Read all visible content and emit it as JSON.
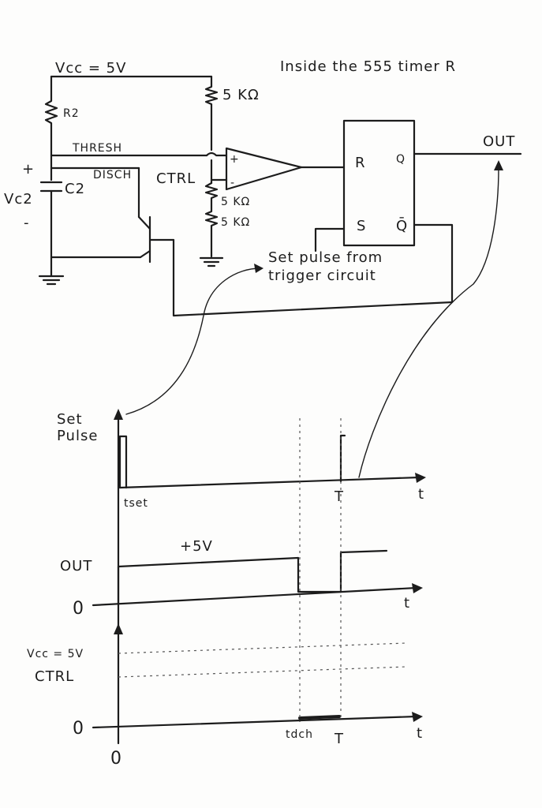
{
  "circuit": {
    "vcc_label": "Vcc = 5V",
    "title": "Inside the 555 timer R",
    "r_top_label": "5 KΩ",
    "r2_label": "R2",
    "thresh_label": "THRESH",
    "disch_label": "DISCH",
    "ctrl_label": "CTRL",
    "plus_label": "+",
    "minus_label": "-",
    "r_mid_label": "5 KΩ",
    "r_bot_label": "5 KΩ",
    "c2_label": "C2",
    "vc2_label": "Vc2",
    "vc2_plus": "+",
    "vc2_minus": "-",
    "ff_r": "R",
    "ff_q": "Q",
    "ff_s": "S",
    "ff_qbar": "Q̄",
    "out_label": "OUT",
    "set_pulse_note_line1": "Set pulse from",
    "set_pulse_note_line2": "trigger circuit"
  },
  "timing": {
    "set_pulse_label_1": "Set",
    "set_pulse_label_2": "Pulse",
    "t_set_label": "tset",
    "T_label_1": "T",
    "t_axis_1": "t",
    "plus5_label": "+5V",
    "out_label": "OUT",
    "zero_1": "0",
    "t_axis_2": "t",
    "vcc_label": "Vcc = 5V",
    "ctrl_label": "CTRL",
    "zero_2": "0",
    "t_dch_label": "tdch",
    "T_label_2": "T",
    "t_axis_3": "t",
    "origin_zero": "0"
  }
}
